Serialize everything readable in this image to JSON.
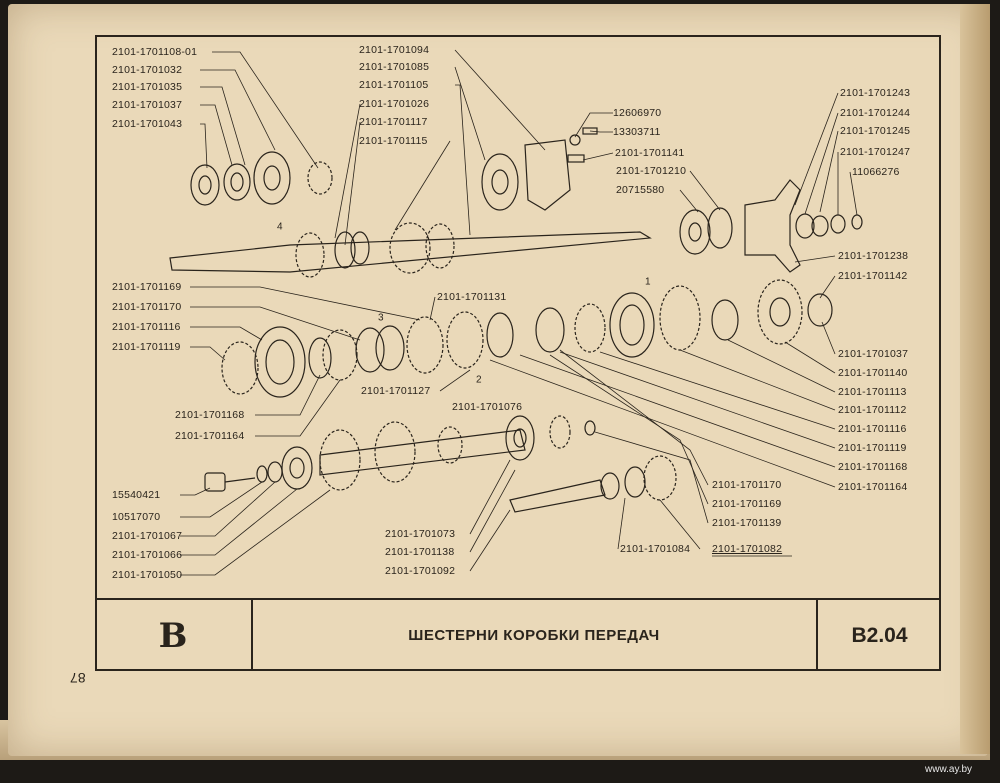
{
  "title": "ШЕСТЕРНИ КОРОБКИ ПЕРЕДАЧ",
  "code": "В2.04",
  "page_number": "87",
  "logo_text": "В",
  "watermark": "www.ay.by",
  "gear_markers": [
    "4",
    "1",
    "3",
    "2"
  ],
  "labels": [
    "2101-1701108-01",
    "2101-1701032",
    "2101-1701035",
    "2101-1701037",
    "2101-1701043",
    "2101-1701094",
    "2101-1701085",
    "2101-1701105",
    "2101-1701026",
    "2101-1701117",
    "2101-1701115",
    "12606970",
    "13303711",
    "2101-1701141",
    "2101-1701210",
    "20715580",
    "2101-1701243",
    "2101-1701244",
    "2101-1701245",
    "2101-1701247",
    "11066276",
    "2101-1701238",
    "2101-1701142",
    "2101-1701169",
    "2101-1701170",
    "2101-1701116",
    "2101-1701119",
    "2101-1701131",
    "2101-1701127",
    "2101-1701168",
    "2101-1701164",
    "2101-1701076",
    "2101-1701037",
    "2101-1701140",
    "2101-1701113",
    "2101-1701112",
    "2101-1701116",
    "2101-1701119",
    "2101-1701168",
    "2101-1701164",
    "2101-1701170",
    "2101-1701169",
    "2101-1701139",
    "2101-1701084",
    "2101-1701082",
    "15540421",
    "10517070",
    "2101-1701067",
    "2101-1701066",
    "2101-1701050",
    "2101-1701073",
    "2101-1701138",
    "2101-1701092"
  ]
}
